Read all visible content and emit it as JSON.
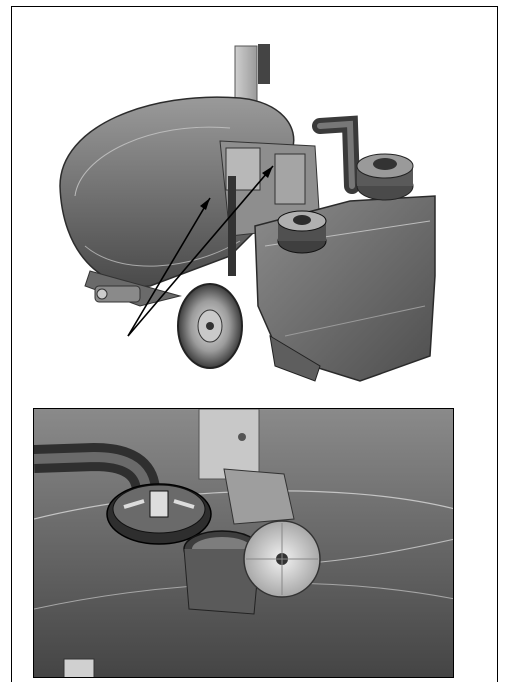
{
  "document": {
    "figures": [
      {
        "id": "fig-top",
        "content": "machine-overview-illustration",
        "annotation": "two-arrows-pointing-to-handle-mount"
      },
      {
        "id": "fig-bottom",
        "content": "tank-cap-and-filter-detail-illustration"
      }
    ]
  },
  "colors": {
    "border": "#000000",
    "body_dark": "#555555",
    "body_mid": "#7a7a7a",
    "body_light": "#bdbdbd",
    "highlight": "#e6e6e6"
  }
}
